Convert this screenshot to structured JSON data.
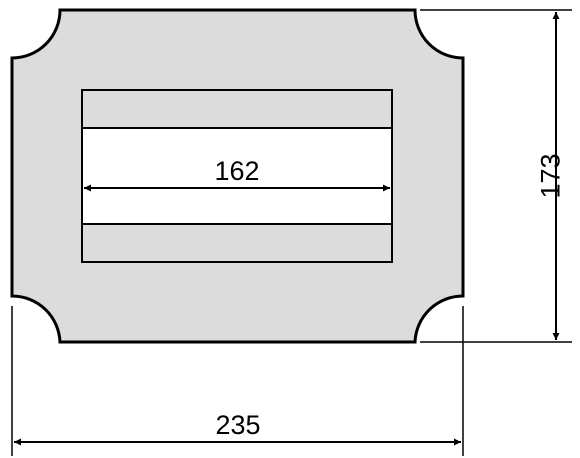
{
  "diagram": {
    "dimensions": {
      "overall_width": {
        "value": "235"
      },
      "overall_height": {
        "value": "173"
      },
      "inner_width": {
        "value": "162"
      }
    }
  },
  "colors": {
    "plate_fill": "#dcdcdc",
    "panel_fill": "#ffffff",
    "line": "#000000",
    "background": "#ffffff"
  }
}
